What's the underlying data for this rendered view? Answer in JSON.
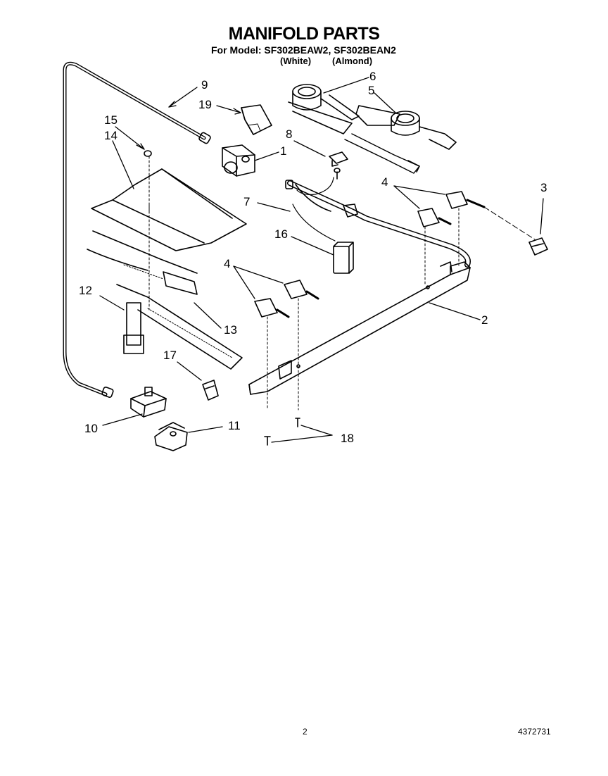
{
  "page": {
    "title": "MANIFOLD PARTS",
    "subtitle": "For Model: SF302BEAW2, SF302BEAN2",
    "variants": [
      "(White)",
      "(Almond)"
    ],
    "page_number": "2",
    "document_number": "4372731"
  },
  "callouts": {
    "c1": "1",
    "c2": "2",
    "c3": "3",
    "c4a": "4",
    "c4b": "4",
    "c5": "5",
    "c6": "6",
    "c7": "7",
    "c8": "8",
    "c9": "9",
    "c10": "10",
    "c11": "11",
    "c12": "12",
    "c13": "13",
    "c14": "14",
    "c15": "15",
    "c16": "16",
    "c17": "17",
    "c18": "18",
    "c19": "19"
  }
}
